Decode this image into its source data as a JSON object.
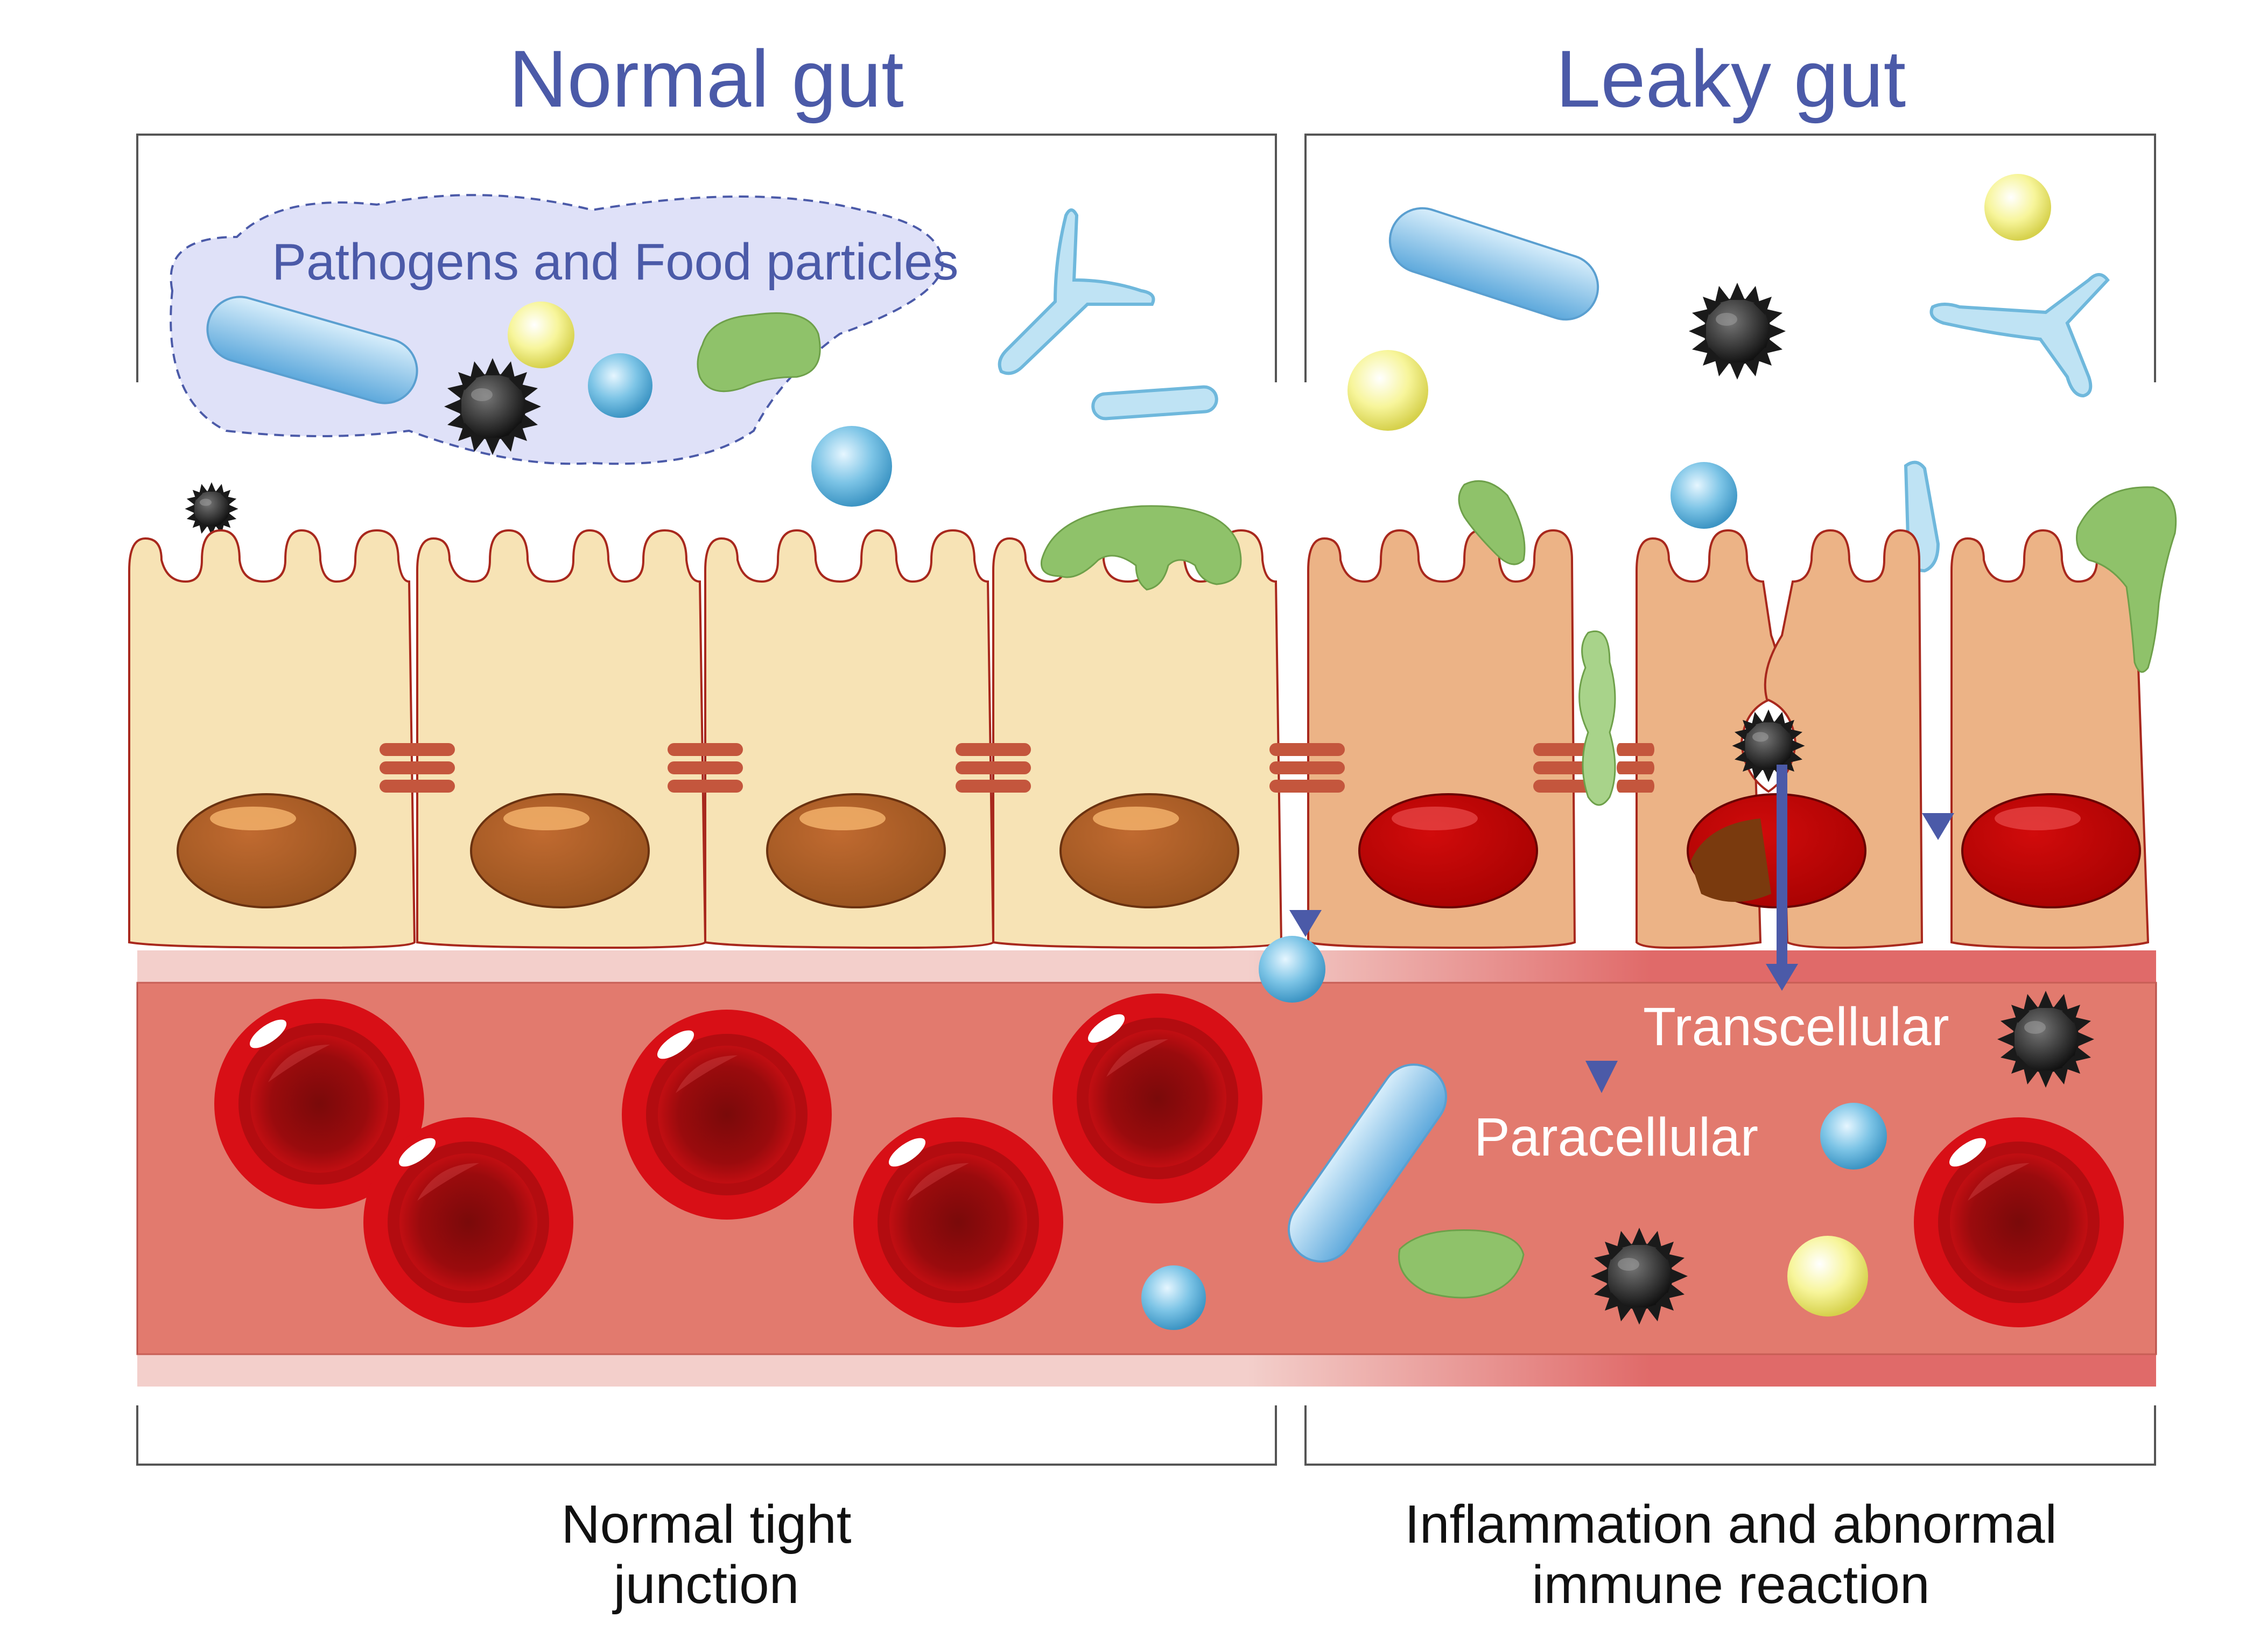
{
  "titles": {
    "normal": "Normal gut",
    "leaky": "Leaky gut"
  },
  "labels": {
    "pathogens": "Pathogens and Food particles",
    "transcellular": "Transcellular",
    "paracellular": "Paracellular"
  },
  "captions": {
    "normal_line1": "Normal tight",
    "normal_line2": "junction",
    "leaky_line1": "Inflammation and abnormal",
    "leaky_line2": "immune reaction"
  },
  "colors": {
    "title_blue": "#4b5aa8",
    "normal_cell": "#f7e3b5",
    "leaky_cell": "#ecb386",
    "blood_vessel": "#e27a6e",
    "red_blood_cell": "#d80f16",
    "arrow": "#4b5aa8",
    "pathogen_cloud": "#dfe1f8"
  }
}
